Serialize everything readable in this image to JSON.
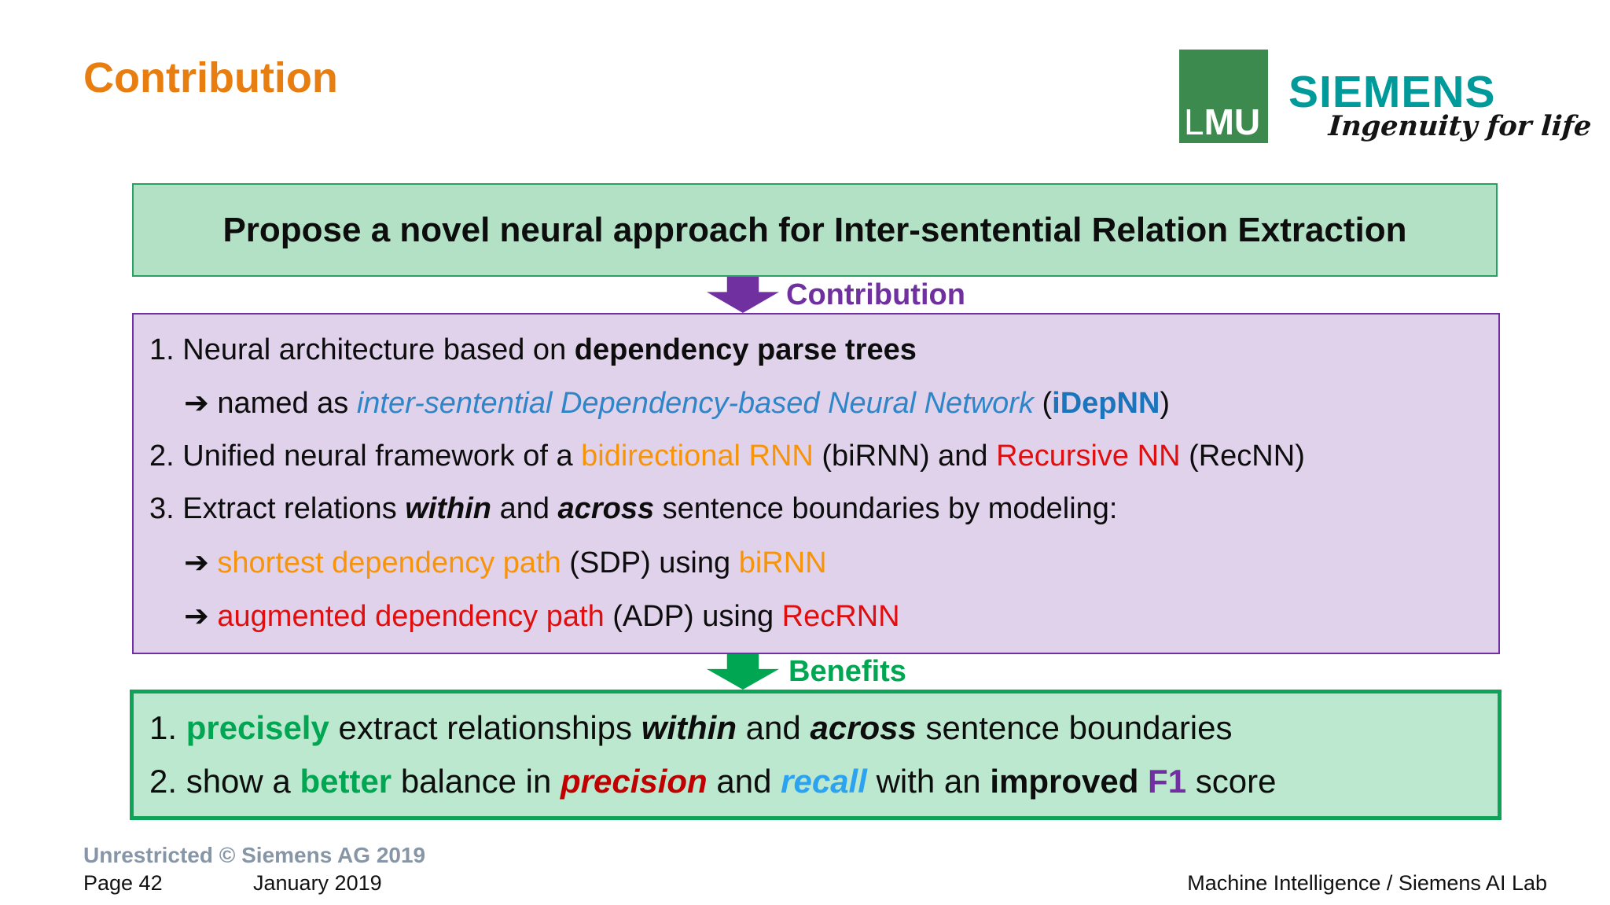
{
  "slide_title": "Contribution",
  "logos": {
    "lmu_l": "L",
    "lmu_mu": "MU",
    "siemens": "SIEMENS",
    "tagline": "Ingenuity for life"
  },
  "proposal": {
    "text": "Propose a novel neural approach for Inter-sentential Relation Extraction"
  },
  "flow": {
    "contribution_label": "Contribution",
    "benefits_label": "Benefits"
  },
  "contribution_box": {
    "lines": [
      {
        "segments": [
          {
            "t": "1. Neural architecture based on ",
            "s": ""
          },
          {
            "t": "dependency parse trees",
            "s": "b"
          }
        ]
      },
      {
        "segments": [
          {
            "t": "➔ named as ",
            "s": ""
          },
          {
            "t": "inter-sentential Dependency-based Neural Network",
            "s": "i blue"
          },
          {
            "t": " (",
            "s": ""
          },
          {
            "t": "iDepNN",
            "s": "b blue2"
          },
          {
            "t": ")",
            "s": ""
          }
        ]
      },
      {
        "segments": [
          {
            "t": "2. Unified neural framework of a ",
            "s": ""
          },
          {
            "t": "bidirectional RNN",
            "s": "orange"
          },
          {
            "t": " (biRNN) and ",
            "s": ""
          },
          {
            "t": "Recursive NN",
            "s": "red"
          },
          {
            "t": " (RecNN)",
            "s": ""
          }
        ]
      },
      {
        "segments": [
          {
            "t": "3. Extract relations ",
            "s": ""
          },
          {
            "t": "within",
            "s": "b i"
          },
          {
            "t": " and ",
            "s": ""
          },
          {
            "t": "across",
            "s": "b i"
          },
          {
            "t": " sentence boundaries by modeling:",
            "s": ""
          }
        ]
      },
      {
        "segments": [
          {
            "t": "➔  ",
            "s": ""
          },
          {
            "t": "shortest dependency path",
            "s": "orange"
          },
          {
            "t": " (SDP) using ",
            "s": ""
          },
          {
            "t": "biRNN",
            "s": "orange"
          }
        ]
      },
      {
        "segments": [
          {
            "t": "➔  ",
            "s": ""
          },
          {
            "t": "augmented dependency path",
            "s": "red"
          },
          {
            "t": " (ADP) using ",
            "s": ""
          },
          {
            "t": "RecRNN",
            "s": "red"
          }
        ]
      }
    ]
  },
  "benefits_box": {
    "lines": [
      {
        "segments": [
          {
            "t": "1. ",
            "s": ""
          },
          {
            "t": "precisely",
            "s": "b green"
          },
          {
            "t": " extract relationships ",
            "s": ""
          },
          {
            "t": "within",
            "s": "b i"
          },
          {
            "t": " and ",
            "s": ""
          },
          {
            "t": "across",
            "s": "b i"
          },
          {
            "t": " sentence boundaries",
            "s": ""
          }
        ]
      },
      {
        "segments": [
          {
            "t": "2. show a ",
            "s": ""
          },
          {
            "t": "better",
            "s": "b green"
          },
          {
            "t": " balance in ",
            "s": ""
          },
          {
            "t": "precision",
            "s": "b i darkred"
          },
          {
            "t": " and ",
            "s": ""
          },
          {
            "t": "recall",
            "s": "b i sky"
          },
          {
            "t": " with an ",
            "s": ""
          },
          {
            "t": "improved",
            "s": "b"
          },
          {
            "t": " ",
            "s": ""
          },
          {
            "t": "F1",
            "s": "b purple"
          },
          {
            "t": " score",
            "s": ""
          }
        ]
      }
    ]
  },
  "footer": {
    "classification": "Unrestricted © Siemens AG 2019",
    "page": "Page 42",
    "date": "January 2019",
    "right": "Machine Intelligence / Siemens AI Lab"
  },
  "colors": {
    "title_orange": "#E87D10",
    "accent_orange": "#F7940A",
    "accent_red": "#E00E0E",
    "accent_darkred": "#C00000",
    "accent_blue": "#2E86C8",
    "accent_blue_bold": "#1B75BC",
    "accent_sky": "#2BA3F0",
    "accent_green": "#00A651",
    "accent_purple": "#7030A0",
    "lmu_green": "#3D8A4F",
    "siemens_teal": "#009A9B",
    "proposal_fill": "#B2E1C5",
    "contribution_fill": "#E0D2EB",
    "benefits_fill": "#BCE8CF",
    "footer_gray": "#8796A6"
  }
}
